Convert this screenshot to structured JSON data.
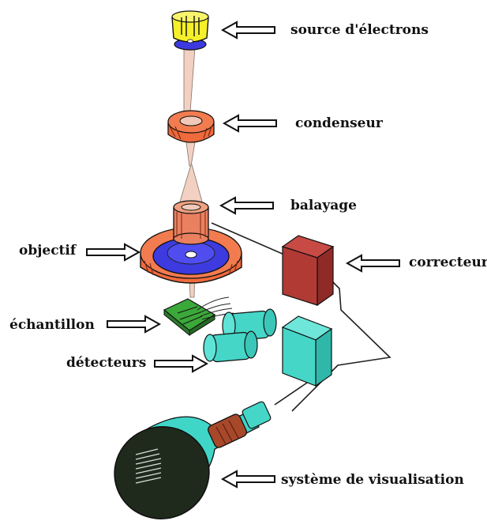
{
  "labels": {
    "source": "source d'électrons",
    "condenser": "condenseur",
    "scan": "balayage",
    "objective": "objectif",
    "corrector": "correcteur",
    "sample": "échantillon",
    "detectors": "détecteurs",
    "display": "système de visualisation"
  },
  "colors": {
    "source_cap": "#f6f02a",
    "source_base": "#3c3adf",
    "lens_orange": "#ef6a3c",
    "lens_blue": "#3d3be0",
    "beam": "#f0c9b8",
    "scan_coil": "#e98060",
    "corrector_box": "#b23a35",
    "detector_cyan": "#45d6c8",
    "sample_green": "#3ba83a",
    "display_cyan": "#3fd6c8",
    "screen_dark": "#1f2a1c",
    "yoke_brown": "#a8482a"
  }
}
